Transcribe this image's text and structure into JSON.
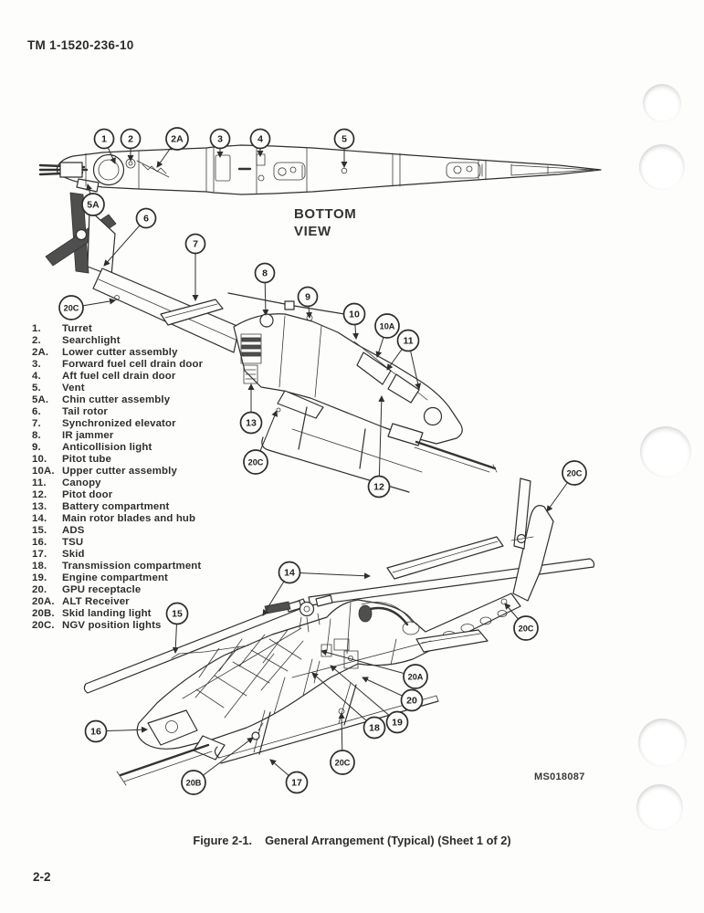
{
  "page": {
    "header": "TM 1-1520-236-10",
    "page_number": "2-2",
    "drawing_number": "MS018087",
    "caption_label": "Figure 2-1.",
    "caption_text": "General Arrangement (Typical) (Sheet 1 of 2)"
  },
  "figure": {
    "bottom_view_label": {
      "line1": "BOTTOM",
      "line2": "VIEW"
    },
    "legend": [
      {
        "num": "1.",
        "label": "Turret"
      },
      {
        "num": "2.",
        "label": "Searchlight"
      },
      {
        "num": "2A.",
        "label": "Lower cutter assembly"
      },
      {
        "num": "3.",
        "label": "Forward fuel cell drain door"
      },
      {
        "num": "4.",
        "label": "Aft fuel cell drain door"
      },
      {
        "num": "5.",
        "label": "Vent"
      },
      {
        "num": "5A.",
        "label": "Chin cutter assembly"
      },
      {
        "num": "6.",
        "label": "Tail rotor"
      },
      {
        "num": "7.",
        "label": "Synchronized elevator"
      },
      {
        "num": "8.",
        "label": "IR jammer"
      },
      {
        "num": "9.",
        "label": "Anticollision light"
      },
      {
        "num": "10.",
        "label": "Pitot tube"
      },
      {
        "num": "10A.",
        "label": "Upper cutter assembly"
      },
      {
        "num": "11.",
        "label": "Canopy"
      },
      {
        "num": "12.",
        "label": "Pitot door"
      },
      {
        "num": "13.",
        "label": "Battery compartment"
      },
      {
        "num": "14.",
        "label": "Main rotor blades and hub"
      },
      {
        "num": "15.",
        "label": "ADS"
      },
      {
        "num": "16.",
        "label": "TSU"
      },
      {
        "num": "17.",
        "label": "Skid"
      },
      {
        "num": "18.",
        "label": "Transmission compartment"
      },
      {
        "num": "19.",
        "label": "Engine compartment"
      },
      {
        "num": "20.",
        "label": "GPU receptacle"
      },
      {
        "num": "20A.",
        "label": "ALT Receiver"
      },
      {
        "num": "20B.",
        "label": "Skid landing light"
      },
      {
        "num": "20C.",
        "label": "NGV position lights"
      }
    ],
    "callouts": [
      {
        "label": "1"
      },
      {
        "label": "2"
      },
      {
        "label": "2A"
      },
      {
        "label": "3"
      },
      {
        "label": "4"
      },
      {
        "label": "5"
      },
      {
        "label": "5A"
      },
      {
        "label": "6"
      },
      {
        "label": "7"
      },
      {
        "label": "8"
      },
      {
        "label": "9"
      },
      {
        "label": "10"
      },
      {
        "label": "10A"
      },
      {
        "label": "11"
      },
      {
        "label": "20C"
      },
      {
        "label": "13"
      },
      {
        "label": "20C"
      },
      {
        "label": "12"
      },
      {
        "label": "14"
      },
      {
        "label": "15"
      },
      {
        "label": "20C"
      },
      {
        "label": "20C"
      },
      {
        "label": "20A"
      },
      {
        "label": "20"
      },
      {
        "label": "19"
      },
      {
        "label": "18"
      },
      {
        "label": "20C"
      },
      {
        "label": "17"
      },
      {
        "label": "20B"
      },
      {
        "label": "16"
      }
    ]
  }
}
